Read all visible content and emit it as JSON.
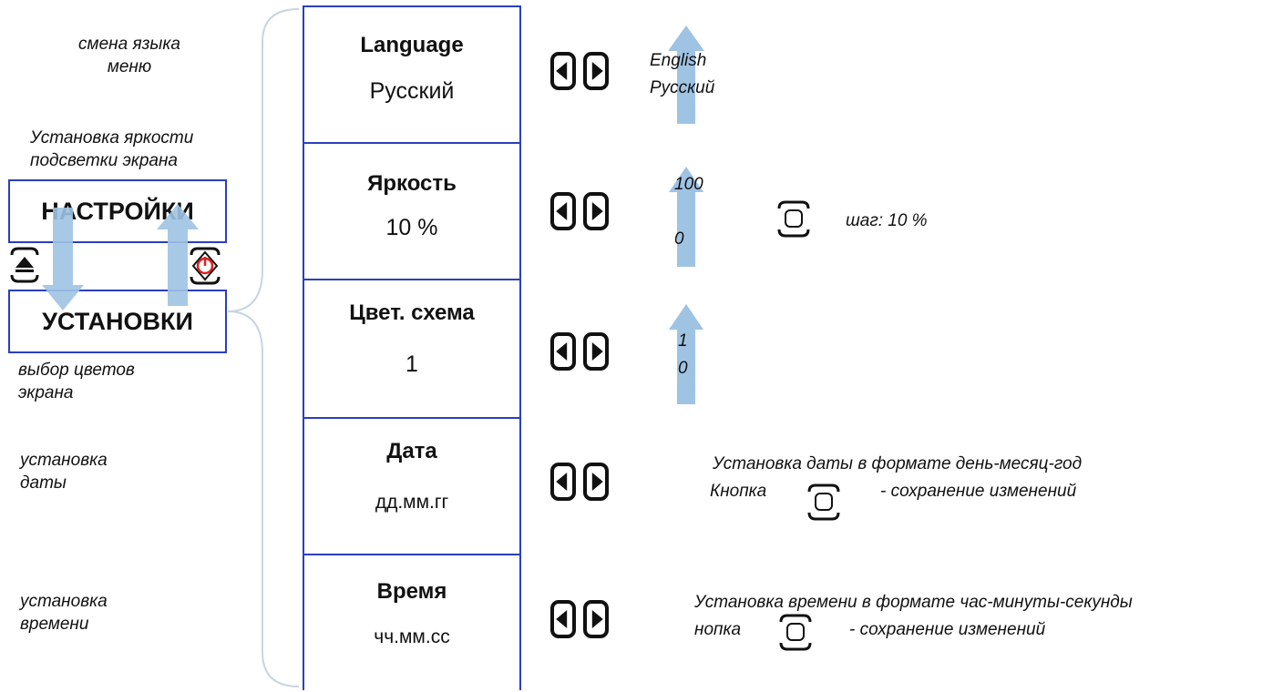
{
  "left_notes": {
    "menu_language": "смена языка\nменю",
    "brightness": "Установка яркости\nподсветки экрана",
    "color_scheme": "выбор цветов\nэкрана",
    "date": "установка\nдаты",
    "time": "установка\nвремени"
  },
  "menus": {
    "settings": "НАСТРОЙКИ",
    "setup": "УСТАНОВКИ"
  },
  "rows": [
    {
      "title": "Language",
      "value": "Русский"
    },
    {
      "title": "Яркость",
      "value": "10 %"
    },
    {
      "title": "Цвет. схема",
      "value": "1"
    },
    {
      "title": "Дата",
      "value": "дд.мм.гг"
    },
    {
      "title": "Время",
      "value": "чч.мм.сс"
    }
  ],
  "language_options": {
    "top": "English",
    "bottom": "Русский"
  },
  "brightness_range": {
    "max": "100",
    "min": "0",
    "step": "шаг: 10 %"
  },
  "scheme_range": {
    "max": "1",
    "min": "0"
  },
  "date_note": {
    "line1": "Установка даты в формате день-месяц-год",
    "line2_a": "Кнопка",
    "line2_b": "- сохранение изменений"
  },
  "time_note": {
    "line1": "Установка времени в формате час-минуты-секунды",
    "line2_a": "нопка",
    "line2_b": "- сохранение изменений"
  },
  "colors": {
    "border": "#2a3fbf",
    "arrow": "#9fc3e3",
    "power": "#e02020"
  }
}
